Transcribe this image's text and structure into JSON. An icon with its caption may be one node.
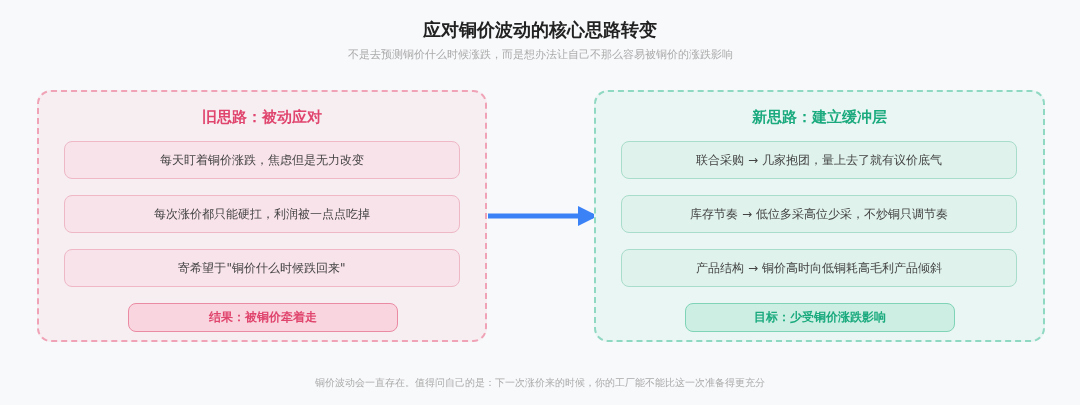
{
  "diagram": {
    "title": "应对铜价波动的核心思路转变",
    "caption": "铜价波动会一直存在。值得问自己的是：下一次涨价来的时候，你的工厂能不能比这一次准备得更充分",
    "nodes": [
      {
        "text": [
          "旧思路：被动应对"
        ]
      },
      {
        "text": [
          "每天盯着铜价涨跌，焦虑但是无力改变"
        ],
        "in": 0
      },
      {
        "text": [
          "每次涨价都只能硬扛，利润被一点点吃掉"
        ],
        "in": 0
      },
      {
        "text": [
          "寄希望于\"铜价什么时候跌回来\""
        ],
        "in": 0
      },
      {
        "text": [
          "结果：被铜价牵着走"
        ],
        "in": 0
      },
      {
        "text": [
          "新思路：建立缓冲层"
        ]
      },
      {
        "text": [
          "联合采购 → 几家抱团，量上去了就有议价底气"
        ],
        "in": 5
      },
      {
        "text": [
          "库存节奏 → 低位多采高位少采，不炒铜只调节奏"
        ],
        "in": 5
      },
      {
        "text": [
          "产品结构 → 铜价高时向低铜耗高毛利产品倾斜"
        ],
        "in": 5
      },
      {
        "text": [
          "目标：少受铜价涨跌影响"
        ],
        "in": 5
      }
    ],
    "edges": [
      {
        "from": 0,
        "to": 5,
        "arrow": "to"
      }
    ],
    "labels": [
      "不是去预测铜价什么时候涨跌，而是想办法让自己不那么容易被铜价的涨跌影响"
    ]
  }
}
